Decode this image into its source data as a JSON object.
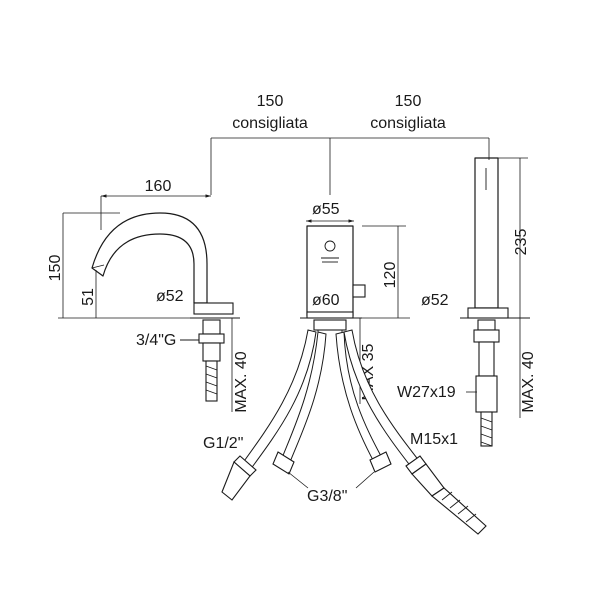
{
  "dims": {
    "left_spacing": "150",
    "left_spacing_note": "consigliata",
    "right_spacing": "150",
    "right_spacing_note": "consigliata",
    "spout_reach": "160",
    "spout_height": "150",
    "spout_outlet_height": "51",
    "spout_base_dia": "ø52",
    "spout_thread": "3/4\"G",
    "spout_max_deck": "MAX. 40",
    "mixer_top_dia": "ø55",
    "mixer_body_dia": "ø60",
    "mixer_height": "120",
    "mixer_max_deck": "MAX 35",
    "hose_inlet_thread": "G1/2\"",
    "hose_connector_thread": "G3/8\"",
    "handshower_height": "235",
    "handshower_base_dia": "ø52",
    "handshower_nut": "W27x19",
    "handshower_max_deck": "MAX. 40",
    "handshower_thread": "M15x1"
  }
}
